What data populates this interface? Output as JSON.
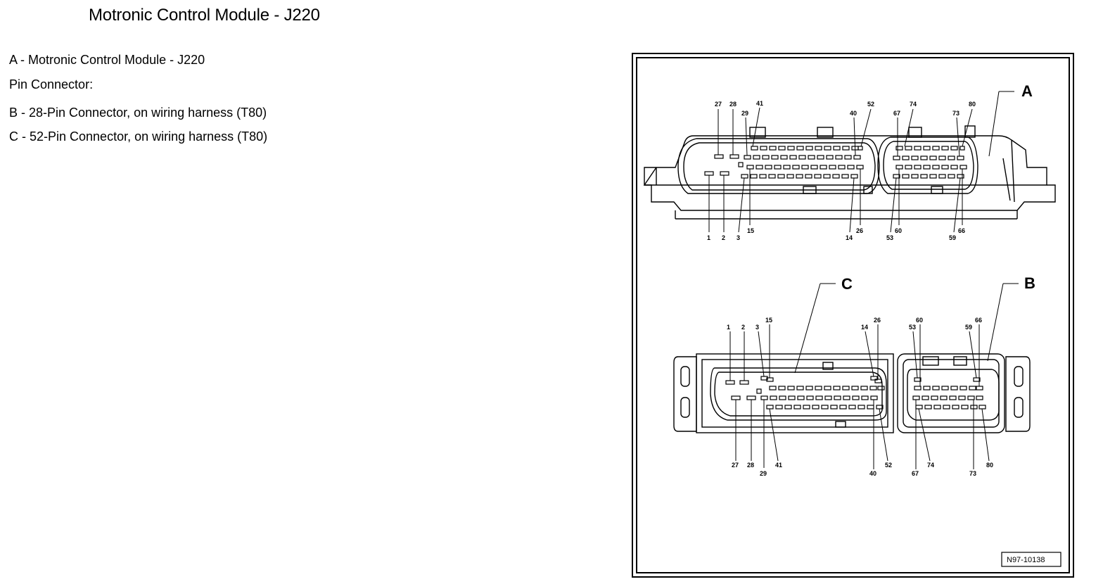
{
  "title": "Motronic Control Module - J220",
  "legend": {
    "a": "A - Motronic Control Module - J220",
    "pin_connector": "Pin Connector:",
    "b": "B - 28-Pin Connector, on wiring harness (T80)",
    "c": "C - 52-Pin Connector, on wiring harness (T80)"
  },
  "figure": {
    "callout_a": "A",
    "callout_b": "B",
    "callout_c": "C",
    "reference": "N97-10138",
    "top_view": {
      "top_labels": [
        "27",
        "28",
        "41",
        "29",
        "40",
        "52",
        "67",
        "74",
        "73",
        "80"
      ],
      "bottom_labels": [
        "1",
        "2",
        "3",
        "15",
        "14",
        "26",
        "53",
        "60",
        "59",
        "66"
      ]
    },
    "bottom_view": {
      "top_labels": [
        "1",
        "2",
        "3",
        "15",
        "14",
        "26",
        "53",
        "60",
        "59",
        "66"
      ],
      "bottom_labels": [
        "27",
        "28",
        "29",
        "41",
        "40",
        "52",
        "67",
        "74",
        "73",
        "80"
      ]
    }
  }
}
